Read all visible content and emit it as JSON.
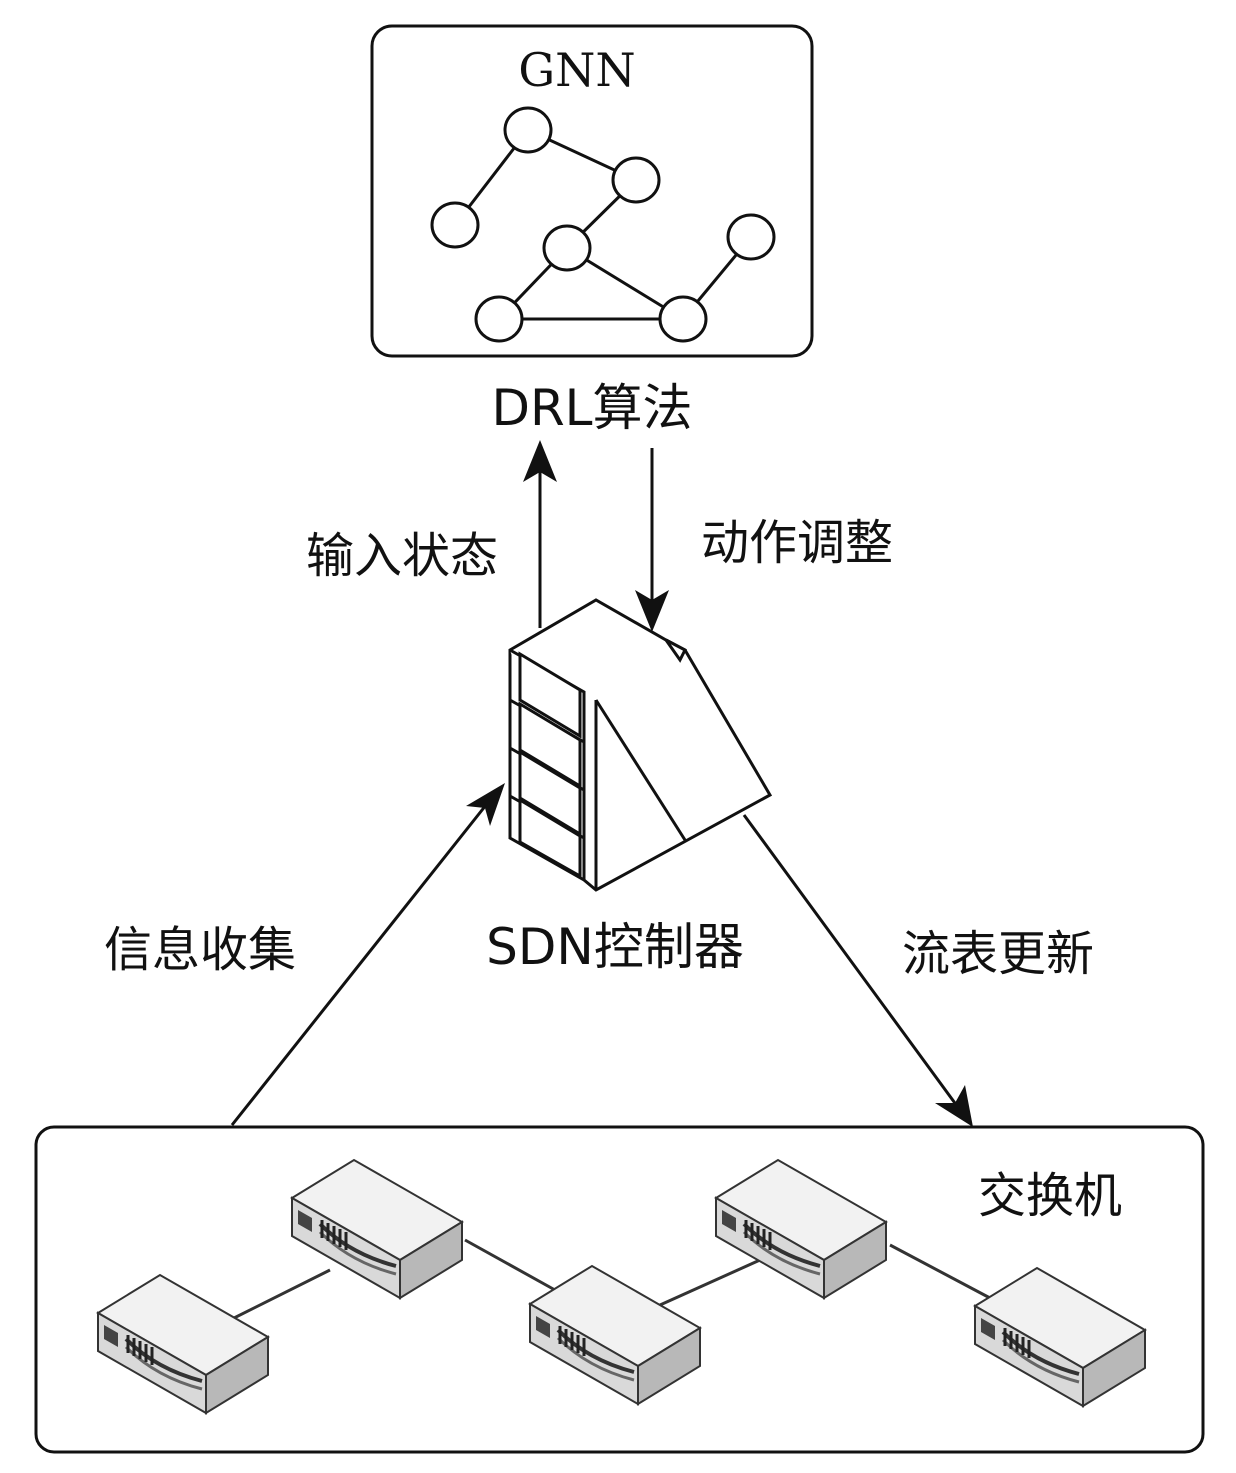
{
  "gnn_box": {
    "title": "GNN"
  },
  "drl": {
    "label": "DRL算法"
  },
  "arrows": {
    "input_state": "输入状态",
    "action_adjust": "动作调整",
    "info_collect": "信息收集",
    "flow_update": "流表更新"
  },
  "controller": {
    "label": "SDN控制器"
  },
  "switch_box": {
    "label": "交换机"
  },
  "colors": {
    "stroke": "#111111",
    "switch_top": "#f2f2f2",
    "switch_side": "#b8b8b8",
    "switch_front": "#d9d9d9"
  }
}
